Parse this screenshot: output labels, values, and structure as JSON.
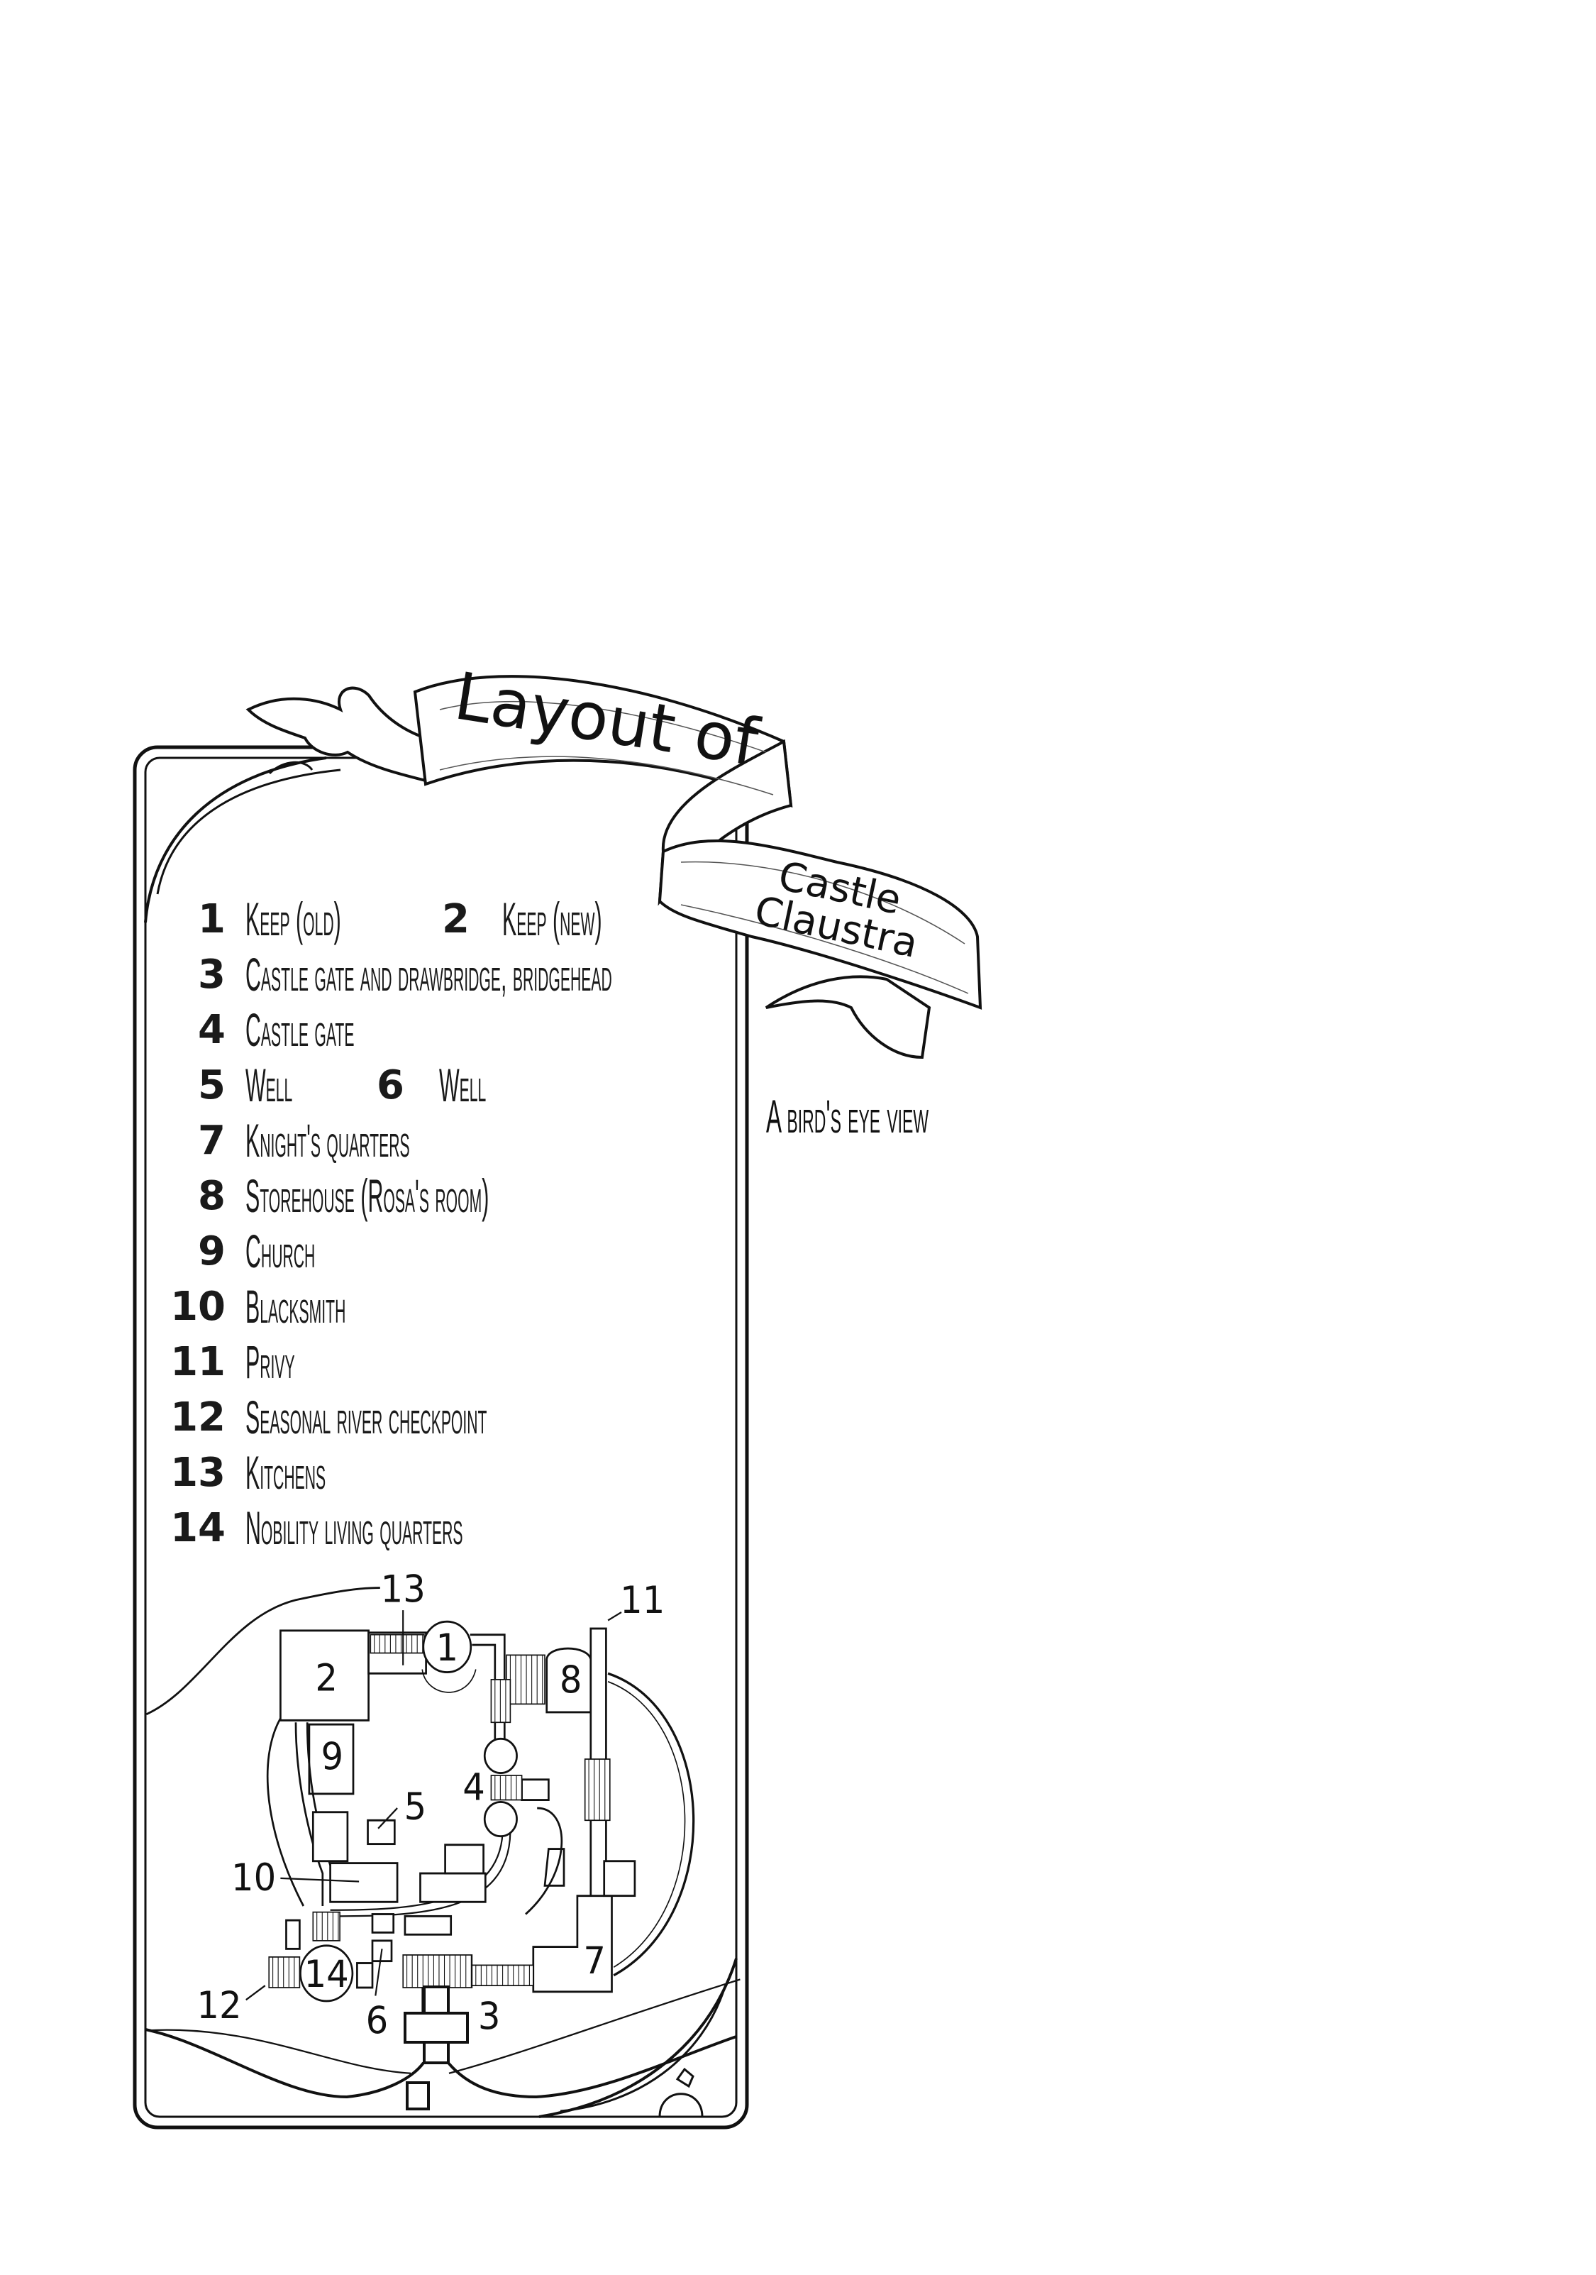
{
  "title": {
    "line1": "Layout of",
    "line2": "Castle",
    "line3": "Claustra"
  },
  "subtitle": "A bird's eye view",
  "legend": {
    "rows": [
      [
        {
          "num": "1",
          "label": "Keep (old)"
        },
        {
          "num": "2",
          "label": "Keep (new)"
        }
      ],
      [
        {
          "num": "3",
          "label": "Castle gate and drawbridge, bridgehead"
        }
      ],
      [
        {
          "num": "4",
          "label": "Castle gate"
        }
      ],
      [
        {
          "num": "5",
          "label": "Well"
        },
        {
          "num": "6",
          "label": "Well"
        }
      ],
      [
        {
          "num": "7",
          "label": "Knight's quarters"
        }
      ],
      [
        {
          "num": "8",
          "label": "Storehouse (Rosa's room)"
        }
      ],
      [
        {
          "num": "9",
          "label": "Church"
        }
      ],
      [
        {
          "num": "10",
          "label": "Blacksmith"
        }
      ],
      [
        {
          "num": "11",
          "label": "Privy"
        }
      ],
      [
        {
          "num": "12",
          "label": "Seasonal river checkpoint"
        }
      ],
      [
        {
          "num": "13",
          "label": "Kitchens"
        }
      ],
      [
        {
          "num": "14",
          "label": "Nobility living quarters"
        }
      ]
    ]
  },
  "map": {
    "labels": {
      "l1": "1",
      "l2": "2",
      "l3": "3",
      "l4": "4",
      "l5": "5",
      "l6": "6",
      "l7": "7",
      "l8": "8",
      "l9": "9",
      "l10": "10",
      "l11": "11",
      "l12": "12",
      "l13": "13",
      "l14": "14"
    }
  },
  "colors": {
    "ink": "#111111",
    "paper": "#ffffff"
  }
}
